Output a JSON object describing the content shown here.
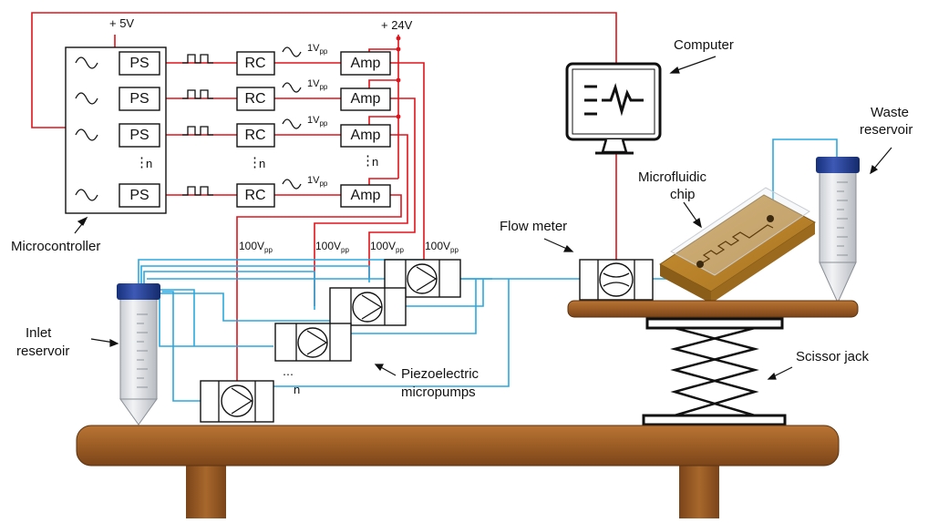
{
  "labels": {
    "plus5v": "+ 5V",
    "plus24v": "+ 24V",
    "computer": "Computer",
    "waste": [
      "Waste",
      "reservoir"
    ],
    "microfluidic": [
      "Microfluidic",
      "chip"
    ],
    "flow_meter": "Flow meter",
    "microcontroller": "Microcontroller",
    "inlet": [
      "Inlet",
      "reservoir"
    ],
    "piezo": [
      "Piezoelectric",
      "micropumps"
    ],
    "scissor_jack": "Scissor jack"
  },
  "blocks": {
    "ps": "PS",
    "rc": "RC",
    "amp": "Amp",
    "n": "n",
    "n_pumps": "n"
  },
  "signals": {
    "v1_base": "1V",
    "v1_sub": "pp",
    "v100_base": "100V",
    "v100_sub": "pp"
  },
  "colors": {
    "power_wire": "#e0131b",
    "fluid_tube": "#29a8e0",
    "table_wood": "#a0622a",
    "tube_cap": "#1f3a8a"
  }
}
